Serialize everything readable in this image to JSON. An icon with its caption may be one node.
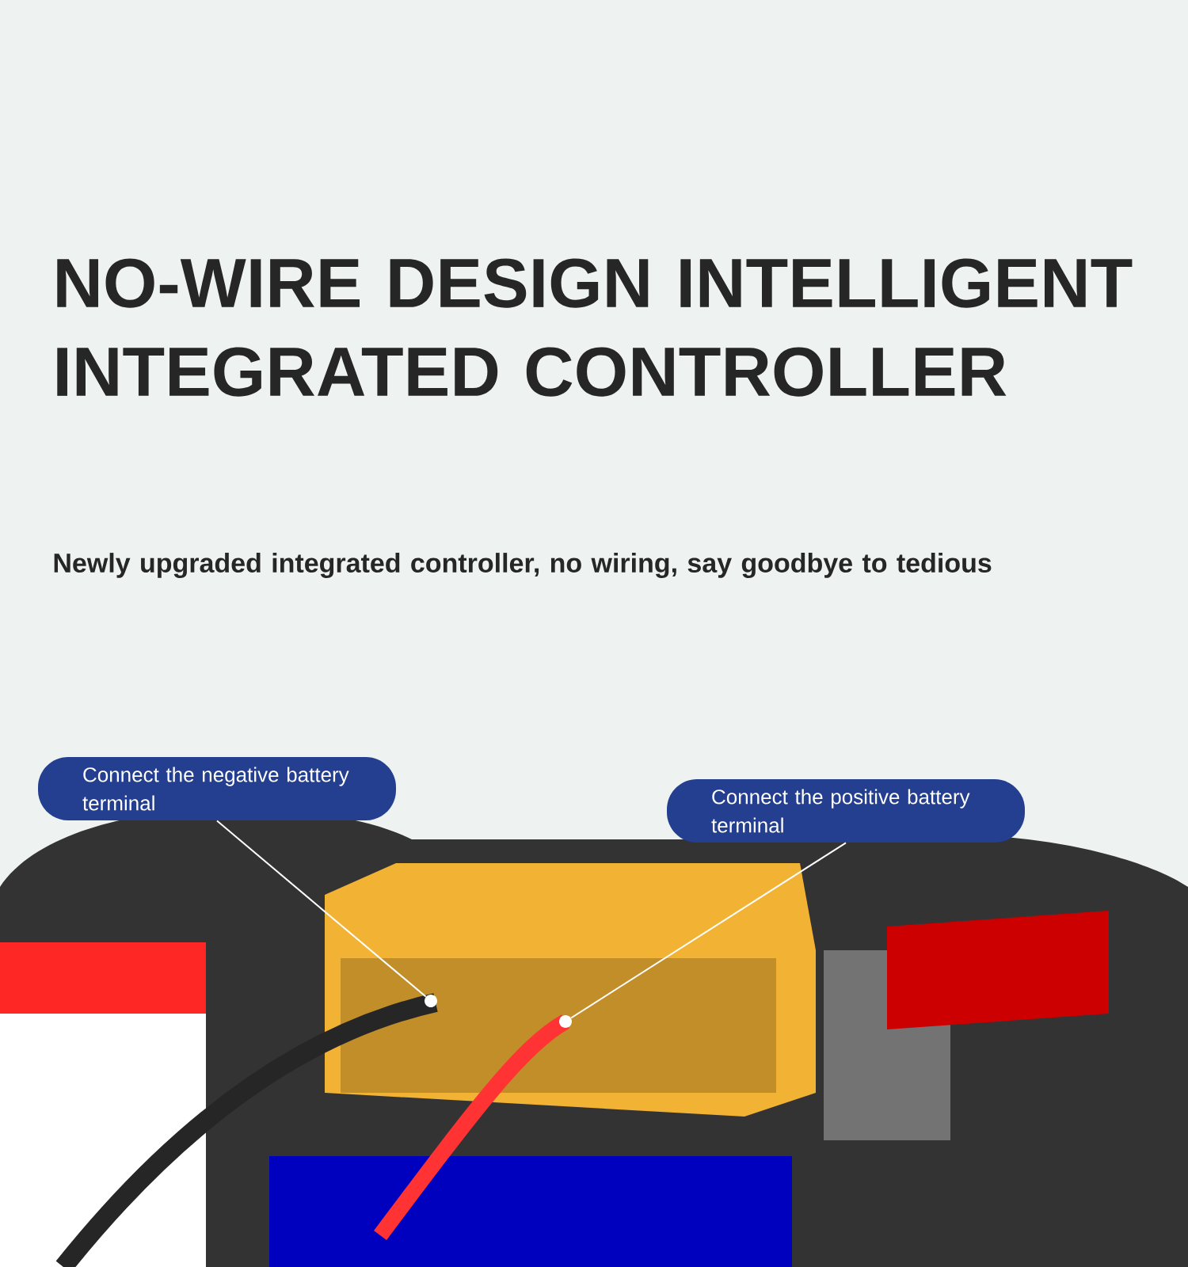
{
  "diagram": {
    "title": "NO-WIRE DESIGN INTELLIGENT INTEGRATED CONTROLLER",
    "nodes": [
      {
        "text": [
          "Connect the negative battery terminal"
        ]
      },
      {
        "text": [
          "Connect the positive battery terminal"
        ]
      },
      {
        "text": [],
        "shape": "circle"
      },
      {
        "text": [],
        "shape": "circle"
      }
    ],
    "edges": [
      {
        "from": 0,
        "to": 2,
        "arrow": "none"
      },
      {
        "from": 1,
        "to": 3,
        "arrow": "none"
      }
    ],
    "labels": [
      "Newly upgraded integrated controller, no wiring, say goodbye to tedious"
    ]
  }
}
